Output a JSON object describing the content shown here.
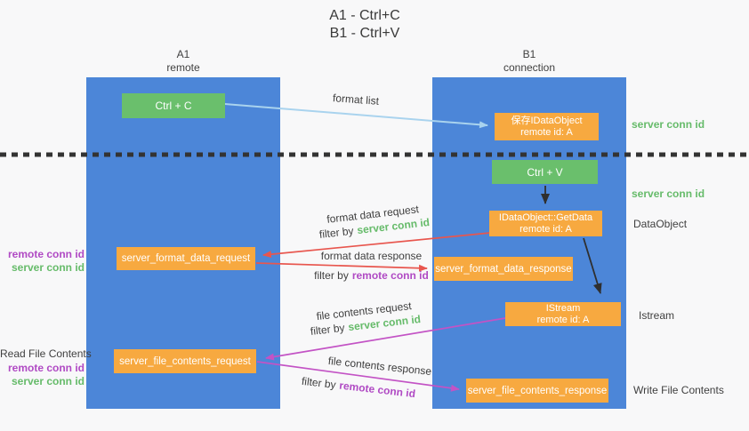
{
  "title": {
    "line1": "A1 - Ctrl+C",
    "line2": "B1 - Ctrl+V"
  },
  "columns": {
    "a": {
      "name": "A1",
      "role": "remote"
    },
    "b": {
      "name": "B1",
      "role": "connection"
    }
  },
  "nodes": {
    "ctrl_c": {
      "label": "Ctrl + C"
    },
    "save_dataobject": {
      "line1": "保存IDataObject",
      "line2": "remote id: A"
    },
    "ctrl_v": {
      "label": "Ctrl + V"
    },
    "getdata": {
      "line1": "IDataObject::GetData",
      "line2": "remote id: A"
    },
    "format_data_request": {
      "label": "server_format_data_request"
    },
    "format_data_response": {
      "label": "server_format_data_response"
    },
    "istream": {
      "line1": "IStream",
      "line2": "remote id: A"
    },
    "file_contents_request": {
      "label": "server_file_contents_request"
    },
    "file_contents_response": {
      "label": "server_file_contents_response"
    }
  },
  "arrows": {
    "format_list": {
      "label": "format list"
    },
    "format_data_request": {
      "label": "format data request",
      "filter_by": "filter by",
      "filter_key": "server conn id"
    },
    "format_data_response": {
      "label": "format data response",
      "filter_by": "filter by",
      "filter_key": "remote conn id"
    },
    "file_contents_request": {
      "label": "file contents request",
      "filter_by": "filter by",
      "filter_key": "server conn id"
    },
    "file_contents_response": {
      "label": "file contents response",
      "filter_by": "filter by",
      "filter_key": "remote conn id"
    }
  },
  "side_labels": {
    "right_server_conn_id_top": "server conn id",
    "right_server_conn_id_mid": "server conn id",
    "right_dataobject": "DataObject",
    "right_istream": "Istream",
    "right_write_file_contents": "Write File Contents",
    "left_remote_conn_id_1": "remote conn id",
    "left_server_conn_id_1": "server conn id",
    "left_read_file_contents": "Read File Contents",
    "left_remote_conn_id_2": "remote conn id",
    "left_server_conn_id_2": "server conn id"
  },
  "colors": {
    "column_blue": "#4c86d8",
    "node_green": "#6abf6c",
    "node_orange": "#f7a940",
    "arrow_red": "#e8564e",
    "arrow_magenta": "#c353c5",
    "arrow_lightblue": "#a9d3ee",
    "arrow_black": "#2f2f2f",
    "text_green": "#66bb6a",
    "text_purple": "#b04ac4"
  }
}
